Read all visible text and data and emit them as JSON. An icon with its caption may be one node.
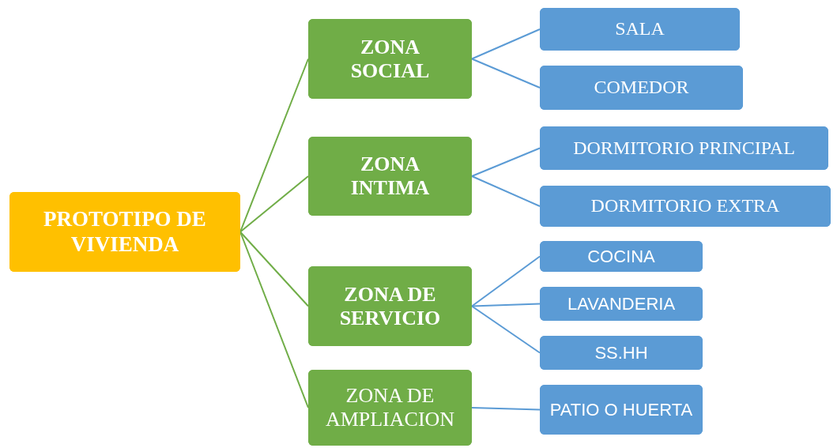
{
  "diagram": {
    "nodes": [
      {
        "text": [
          "PROTOTIPO DE VIVIENDA"
        ]
      },
      {
        "text": [
          "ZONA SOCIAL"
        ]
      },
      {
        "text": [
          "ZONA INTIMA"
        ]
      },
      {
        "text": [
          "ZONA DE SERVICIO"
        ]
      },
      {
        "text": [
          "ZONA DE AMPLIACION"
        ]
      },
      {
        "text": [
          "SALA"
        ]
      },
      {
        "text": [
          "COMEDOR"
        ]
      },
      {
        "text": [
          "DORMITORIO PRINCIPAL"
        ]
      },
      {
        "text": [
          "DORMITORIO EXTRA"
        ]
      },
      {
        "text": [
          "COCINA"
        ]
      },
      {
        "text": [
          "LAVANDERIA"
        ]
      },
      {
        "text": [
          "SS.HH"
        ]
      },
      {
        "text": [
          "PATIO O HUERTA"
        ]
      }
    ],
    "edges": [
      {
        "from": 0,
        "to": 1,
        "arrow": "none",
        "color": "#70ad47"
      },
      {
        "from": 0,
        "to": 2,
        "arrow": "none",
        "color": "#70ad47"
      },
      {
        "from": 0,
        "to": 3,
        "arrow": "none",
        "color": "#70ad47"
      },
      {
        "from": 0,
        "to": 4,
        "arrow": "none",
        "color": "#70ad47"
      },
      {
        "from": 1,
        "to": 5,
        "arrow": "none"
      },
      {
        "from": 1,
        "to": 6,
        "arrow": "none"
      },
      {
        "from": 2,
        "to": 7,
        "arrow": "none"
      },
      {
        "from": 2,
        "to": 8,
        "arrow": "none"
      },
      {
        "from": 3,
        "to": 9,
        "arrow": "none"
      },
      {
        "from": 3,
        "to": 10,
        "arrow": "none"
      },
      {
        "from": 3,
        "to": 11,
        "arrow": "none"
      },
      {
        "from": 4,
        "to": 12,
        "arrow": "none"
      }
    ]
  }
}
